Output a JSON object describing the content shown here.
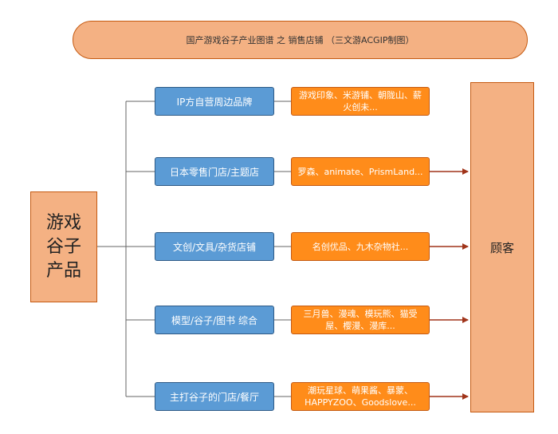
{
  "title": "国产游戏谷子产业图谱 之 销售店铺 （三文游ACGIP制图）",
  "root": "游戏谷子产品",
  "customer": "顾客",
  "branches": [
    {
      "category": "IP方自营周边品牌",
      "examples": "游戏印象、米游铺、朝陇山、薪火创未..."
    },
    {
      "category": "日本零售门店/主题店",
      "examples": "罗森、animate、PrismLand..."
    },
    {
      "category": "文创/文具/杂货店铺",
      "examples": "名创优品、九木杂物社..."
    },
    {
      "category": "模型/谷子/图书 综合",
      "examples": "三月兽、漫魂、模玩熊、猫受屋、樱漫、漫库..."
    },
    {
      "category": "主打谷子的门店/餐厅",
      "examples": "潮玩星球、萌果酱、暴蒙、HAPPYZOO、Goodslove..."
    }
  ],
  "colors": {
    "title_fill": "#f4b183",
    "category_fill": "#5b9bd5",
    "example_fill": "#ff8c1a",
    "customer_fill": "#f4b183",
    "connector": "#555555",
    "arrow": "#a0341a"
  }
}
